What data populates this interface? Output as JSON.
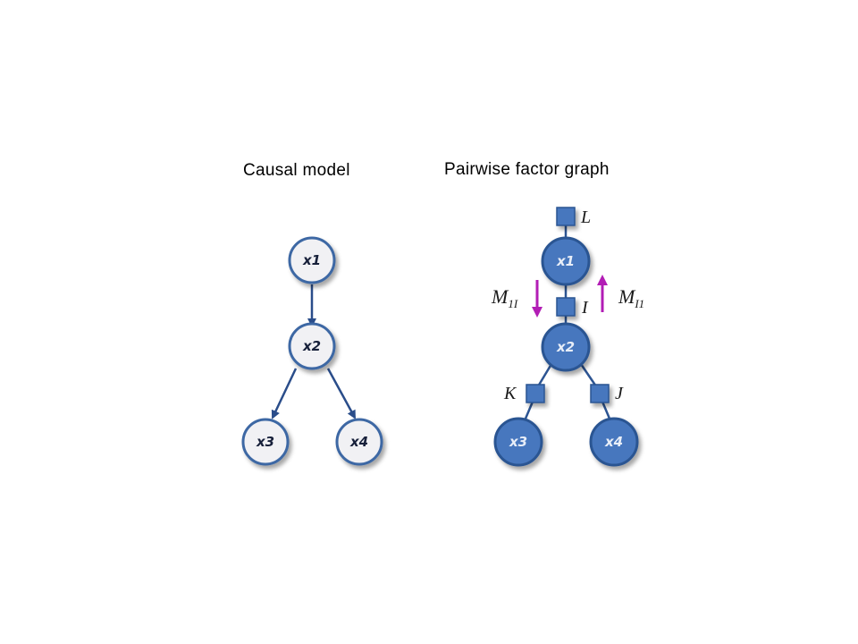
{
  "headings": {
    "left": "Causal model",
    "right": "Pairwise factor graph"
  },
  "causal_model": {
    "nodes": {
      "x1": "x1",
      "x2": "x2",
      "x3": "x3",
      "x4": "x4"
    },
    "edges": [
      {
        "from": "x1",
        "to": "x2"
      },
      {
        "from": "x2",
        "to": "x3"
      },
      {
        "from": "x2",
        "to": "x4"
      }
    ]
  },
  "factor_graph": {
    "nodes": {
      "x1": "x1",
      "x2": "x2",
      "x3": "x3",
      "x4": "x4"
    },
    "factors": {
      "L": "L",
      "I": "I",
      "K": "K",
      "J": "J"
    },
    "messages": {
      "down": {
        "base": "M",
        "sub": "1I"
      },
      "up": {
        "base": "M",
        "sub": "I1"
      }
    }
  },
  "colors": {
    "causal_fill": "#f1f1f4",
    "causal_stroke": "#3e67a4",
    "edge": "#2a4d8a",
    "factor_node_fill": "#4677be",
    "factor_node_stroke": "#2c5492",
    "message_arrow": "#b21db5",
    "node_text_dark": "#17203a",
    "node_text_light": "#e8eef8"
  }
}
